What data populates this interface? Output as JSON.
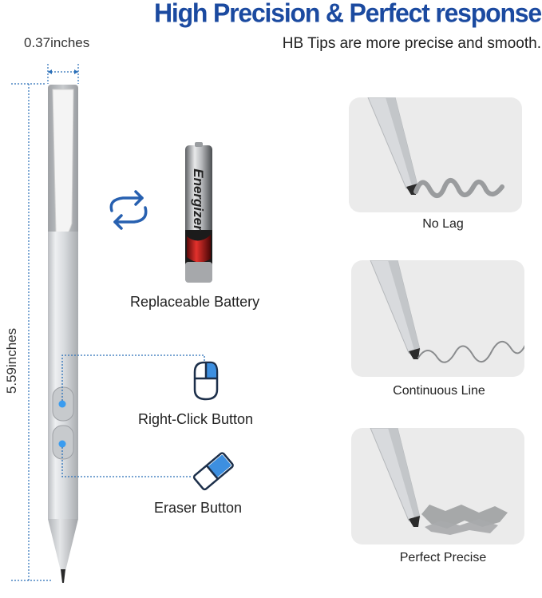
{
  "header": {
    "title": "High Precision & Perfect response",
    "subtitle": "HB Tips are more precise and smooth."
  },
  "dimensions": {
    "width": "0.37inches",
    "height": "5.59inches"
  },
  "features": {
    "battery": "Replaceable Battery",
    "battery_brand": "Energizer",
    "right_click": "Right-Click Button",
    "eraser": "Eraser Button"
  },
  "cards": {
    "no_lag": "No Lag",
    "continuous": "Continuous Line",
    "precise": "Perfect Precise"
  },
  "colors": {
    "title": "#1b4aa0",
    "accent": "#2f8be6",
    "card_bg": "#ebebeb"
  }
}
